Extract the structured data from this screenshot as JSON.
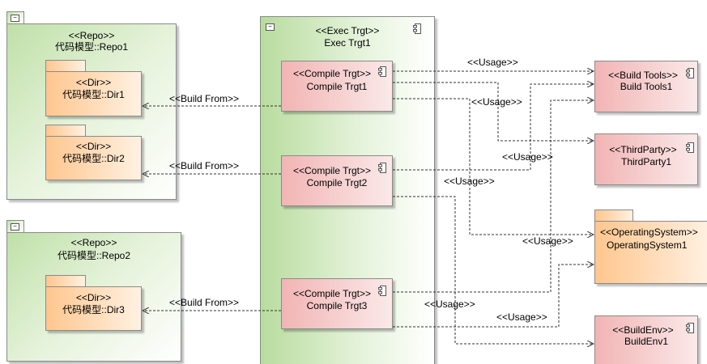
{
  "packages": {
    "repo1": {
      "stereotype": "<<Repo>>",
      "name": "代码模型::Repo1"
    },
    "repo2": {
      "stereotype": "<<Repo>>",
      "name": "代码模型::Repo2"
    },
    "dir1": {
      "stereotype": "<<Dir>>",
      "name": "代码模型::Dir1"
    },
    "dir2": {
      "stereotype": "<<Dir>>",
      "name": "代码模型::Dir2"
    },
    "dir3": {
      "stereotype": "<<Dir>>",
      "name": "代码模型::Dir3"
    }
  },
  "exec": {
    "stereotype": "<<Exec Trgt>>",
    "name": "Exec Trgt1"
  },
  "compile_targets": {
    "ct1": {
      "stereotype": "<<Compile Trgt>>",
      "name": "Compile Trgt1"
    },
    "ct2": {
      "stereotype": "<<Compile Trgt>>",
      "name": "Compile Trgt2"
    },
    "ct3": {
      "stereotype": "<<Compile Trgt>>",
      "name": "Compile Trgt3"
    }
  },
  "externals": {
    "build_tools": {
      "stereotype": "<<Build Tools>>",
      "name": "Build Tools1"
    },
    "third_party": {
      "stereotype": "<<ThirdParty>>",
      "name": "ThirdParty1"
    },
    "os": {
      "stereotype": "<<OperatingSystem>>",
      "name": "OperatingSystem1"
    },
    "build_env": {
      "stereotype": "<<BuildEnv>>",
      "name": "BuildEnv1"
    }
  },
  "edge_labels": {
    "build_from": "<<Build From>>",
    "usage": "<<Usage>>"
  },
  "colors": {
    "package_green": "#bfe0a8",
    "dir_orange": "#ffc68e",
    "component_pink": "#f2b4b4",
    "border": "#8a8a8a"
  }
}
